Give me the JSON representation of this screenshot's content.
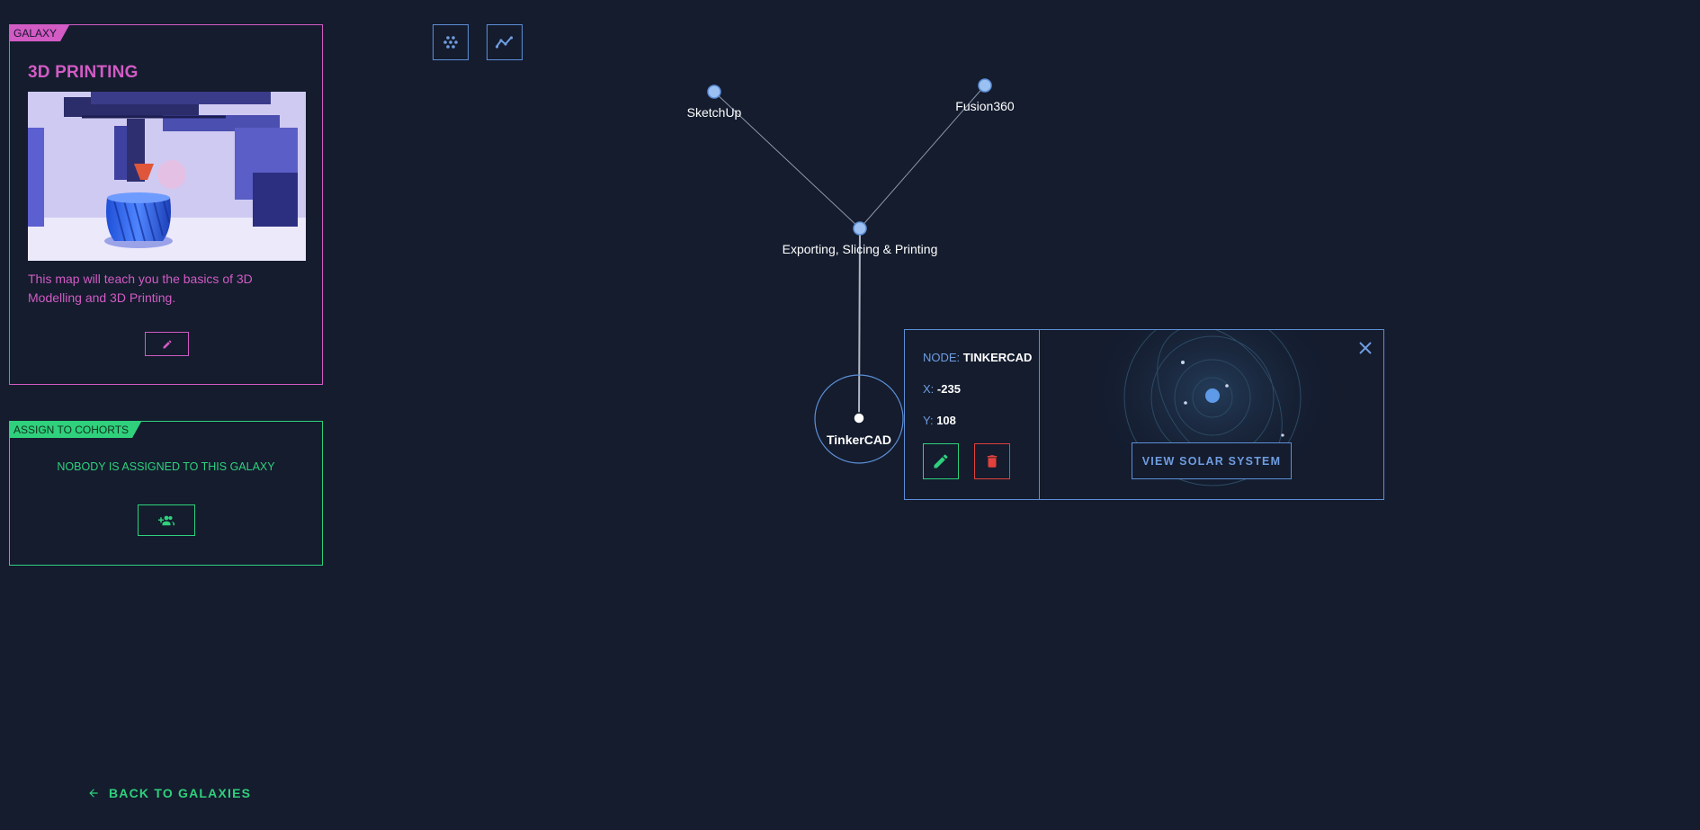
{
  "galaxy": {
    "tag": "GALAXY",
    "title": "3D PRINTING",
    "description": "This map will teach you the basics of 3D Modelling and 3D Printing."
  },
  "cohorts": {
    "tag": "ASSIGN TO COHORTS",
    "empty_message": "NOBODY IS ASSIGNED TO THIS GALAXY"
  },
  "back_link": {
    "label": "BACK TO GALAXIES"
  },
  "nodes": {
    "sketchup": "SketchUp",
    "fusion360": "Fusion360",
    "exporting": "Exporting, Slicing & Printing",
    "tinkercad": "TinkerCAD"
  },
  "popup": {
    "node_key": "NODE:",
    "node_value": "TINKERCAD",
    "x_key": "X:",
    "x_value": "-235",
    "y_key": "Y:",
    "y_value": "108",
    "view_button": "VIEW SOLAR SYSTEM"
  },
  "icons": {
    "toolbar": [
      "dots-grid-icon",
      "line-chart-icon"
    ],
    "edit": "pencil-icon",
    "delete": "trash-icon",
    "close": "close-icon",
    "assign": "group-add-icon",
    "back": "arrow-left-icon"
  },
  "colors": {
    "background": "#141c2e",
    "galaxy_accent": "#d25bc4",
    "cohort_accent": "#2fd17c",
    "node_accent": "#6f9de0",
    "delete_accent": "#e2413c"
  }
}
